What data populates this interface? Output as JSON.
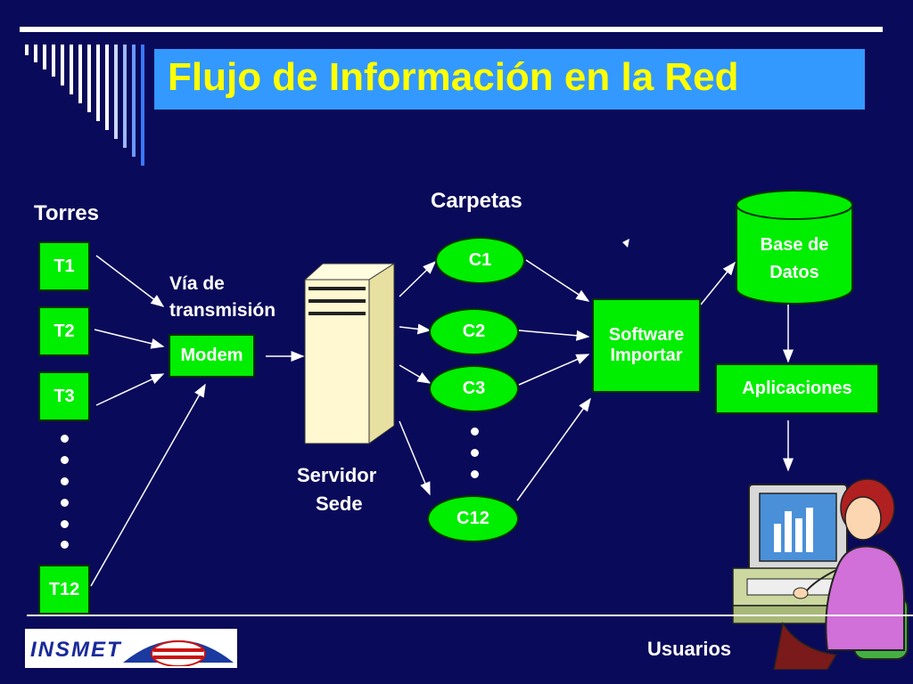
{
  "title": "Flujo de Información en la Red",
  "labels": {
    "torres": "Torres",
    "carpetas": "Carpetas",
    "via_line1": "Vía de",
    "via_line2": "transmisión",
    "servidor_line1": "Servidor",
    "servidor_line2": "Sede",
    "usuarios": "Usuarios"
  },
  "towers": [
    "T1",
    "T2",
    "T3",
    "T12"
  ],
  "modem": "Modem",
  "folders": [
    "C1",
    "C2",
    "C3",
    "C12"
  ],
  "software": {
    "line1": "Software",
    "line2": "Importar"
  },
  "database": {
    "line1": "Base de",
    "line2": "Datos"
  },
  "aplicaciones": "Aplicaciones",
  "logo_text": "INSMET",
  "colors": {
    "background": "#0a0a5a",
    "title_bar": "#3399ff",
    "title_text": "#ffff00",
    "node_fill": "#00ee00"
  }
}
